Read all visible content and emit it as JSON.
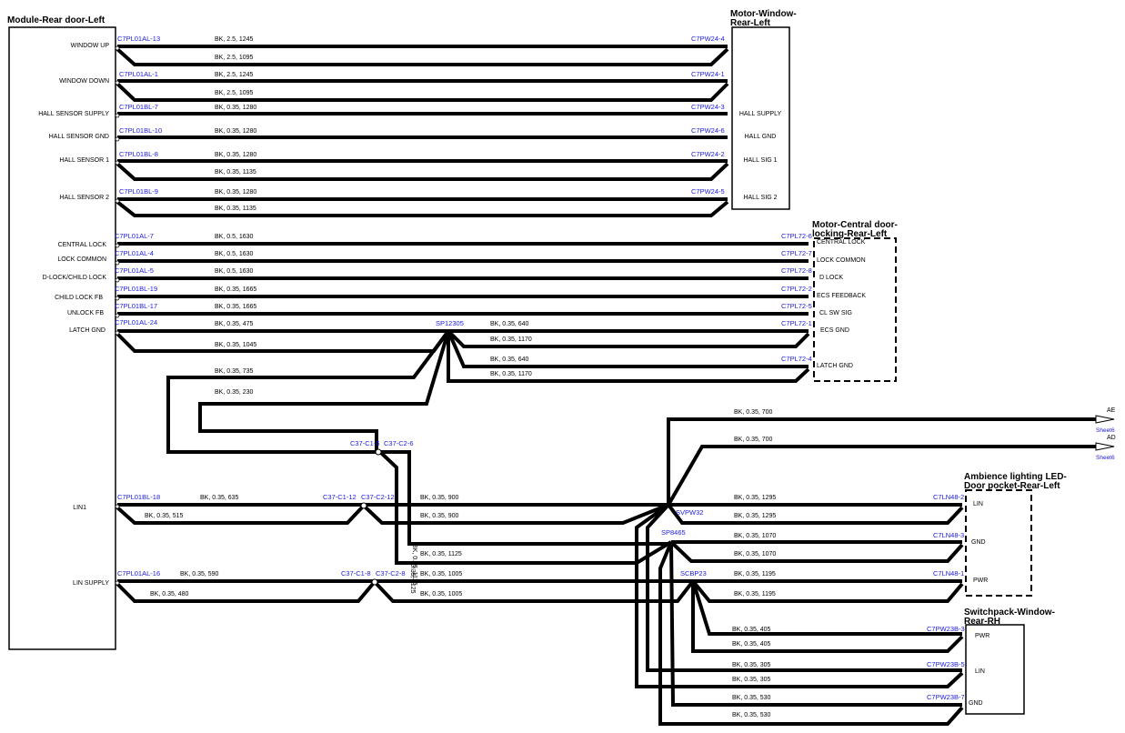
{
  "components": {
    "module": {
      "title": "Module-Rear door-Left",
      "pins": [
        "WINDOW UP",
        "WINDOW DOWN",
        "HALL SENSOR SUPPLY",
        "HALL SENSOR GND",
        "HALL SENSOR 1",
        "HALL SENSOR 2",
        "CENTRAL LOCK",
        "LOCK COMMON",
        "D-LOCK/CHILD LOCK",
        "CHILD LOCK FB",
        "UNLOCK FB",
        "LATCH GND",
        "LIN1",
        "LIN SUPPLY"
      ]
    },
    "motor_window": {
      "title_line1": "Motor-Window-",
      "title_line2": "Rear-Left",
      "pins": [
        "HALL SUPPLY",
        "HALL GND",
        "HALL SIG 1",
        "HALL SIG 2"
      ]
    },
    "motor_lock": {
      "title_line1": "Motor-Central door-",
      "title_line2": "locking-Rear-Left",
      "pins": [
        "CENTRAL LOCK",
        "LOCK COMMON",
        "D LOCK",
        "ECS FEEDBACK",
        "CL SW SIG",
        "ECS GND",
        "LATCH GND"
      ]
    },
    "ambience": {
      "title_line1": "Ambience lighting LED-",
      "title_line2": "Door pocket-Rear-Left",
      "pins": [
        "LIN",
        "GND",
        "PWR"
      ]
    },
    "switchpack": {
      "title_line1": "Switchpack-Window-",
      "title_line2": "Rear-RH",
      "pins": [
        "PWR",
        "LIN",
        "GND"
      ]
    }
  },
  "connectors": {
    "left": [
      "C7PL01AL-13",
      "C7PL01AL-1",
      "C7PL01BL-7",
      "C7PL01BL-10",
      "C7PL01BL-8",
      "C7PL01BL-9",
      "C7PL01AL-7",
      "C7PL01AL-4",
      "C7PL01AL-5",
      "C7PL01BL-19",
      "C7PL01BL-17",
      "C7PL01AL-24",
      "C7PL01BL-18",
      "C7PL01AL-16"
    ],
    "motor_window": [
      "C7PW24-4",
      "C7PW24-1",
      "C7PW24-3",
      "C7PW24-6",
      "C7PW24-2",
      "C7PW24-5"
    ],
    "motor_lock": [
      "C7PL72-6",
      "C7PL72-7",
      "C7PL72-8",
      "C7PL72-2",
      "C7PL72-5",
      "C7PL72-1",
      "C7PL72-4"
    ],
    "inline": [
      "C37-C1-6",
      "C37-C2-6",
      "C37-C1-12",
      "C37-C2-12",
      "C37-C1-8",
      "C37-C2-8"
    ],
    "ambience": [
      "C7LN48-2",
      "C7LN48-3",
      "C7LN48-1"
    ],
    "switchpack": [
      "C7PW23B-3",
      "C7PW23B-5",
      "C7PW23B-7"
    ]
  },
  "splices": [
    "SP12305",
    "SVPW32",
    "SP8465",
    "SCBP23"
  ],
  "wires": {
    "w1": "BK,  2.5,  1245",
    "w2": "BK,  2.5,  1095",
    "w3": "BK,  2.5,  1245",
    "w4": "BK,  2.5,  1095",
    "w5": "BK,  0.35,  1280",
    "w6": "BK,  0.35,  1280",
    "w7": "BK,  0.35,  1280",
    "w8": "BK,  0.35,  1135",
    "w9": "BK,  0.35,  1280",
    "w10": "BK,  0.35,  1135",
    "w11": "BK,  0.5,  1630",
    "w12": "BK,  0.5,  1630",
    "w13": "BK,  0.5,  1630",
    "w14": "BK,  0.35,  1665",
    "w15": "BK,  0.35,  1665",
    "w16": "BK,  0.35,  475",
    "w17": "BK,  0.35,  640",
    "w18": "BK,  0.35,  1045",
    "w19": "BK,  0.35,  1170",
    "w20": "BK,  0.35,  640",
    "w21": "BK,  0.35,  1170",
    "w22": "BK,  0.35,  735",
    "w23": "BK,  0.35,  230",
    "w24": "BK,  0.35,  700",
    "w25": "BK,  0.35,  700",
    "w26": "BK,  0.35,  635",
    "w27": "BK,  0.35,  515",
    "w28": "BK,  0.35,  900",
    "w29": "BK,  0.35,  900",
    "w30": "BK,  0.35,  1295",
    "w31": "BK,  0.35,  1295",
    "w32": "BK,  0.35,  1125",
    "w33": "BK,  0.35,  1070",
    "w34": "BK,  0.35,  1070",
    "w35": "BK,  0.35,  590",
    "w36": "BK,  0.35,  480",
    "w37": "BK,  0.35,  1005",
    "w38": "BK,  0.35,  1005",
    "w39": "BK,  0.35,  1195",
    "w40": "BK,  0.35,  1195",
    "w41": "BK,  0.35,  405",
    "w42": "BK,  0.35,  405",
    "w43": "BK,  0.35,  305",
    "w44": "BK,  0.35,  305",
    "w45": "BK,  0.35,  530",
    "w46": "BK,  0.35,  530",
    "v1": "BK,  0.35,  1125",
    "v2": "0.35,  1125"
  },
  "offsheet": {
    "ae_label": "AE",
    "ad_label": "AD",
    "ae_sheet": "Sheet6",
    "ad_sheet": "Sheet6"
  },
  "colors": {
    "wire": "#000000",
    "connector_text": "#1a1adf"
  }
}
